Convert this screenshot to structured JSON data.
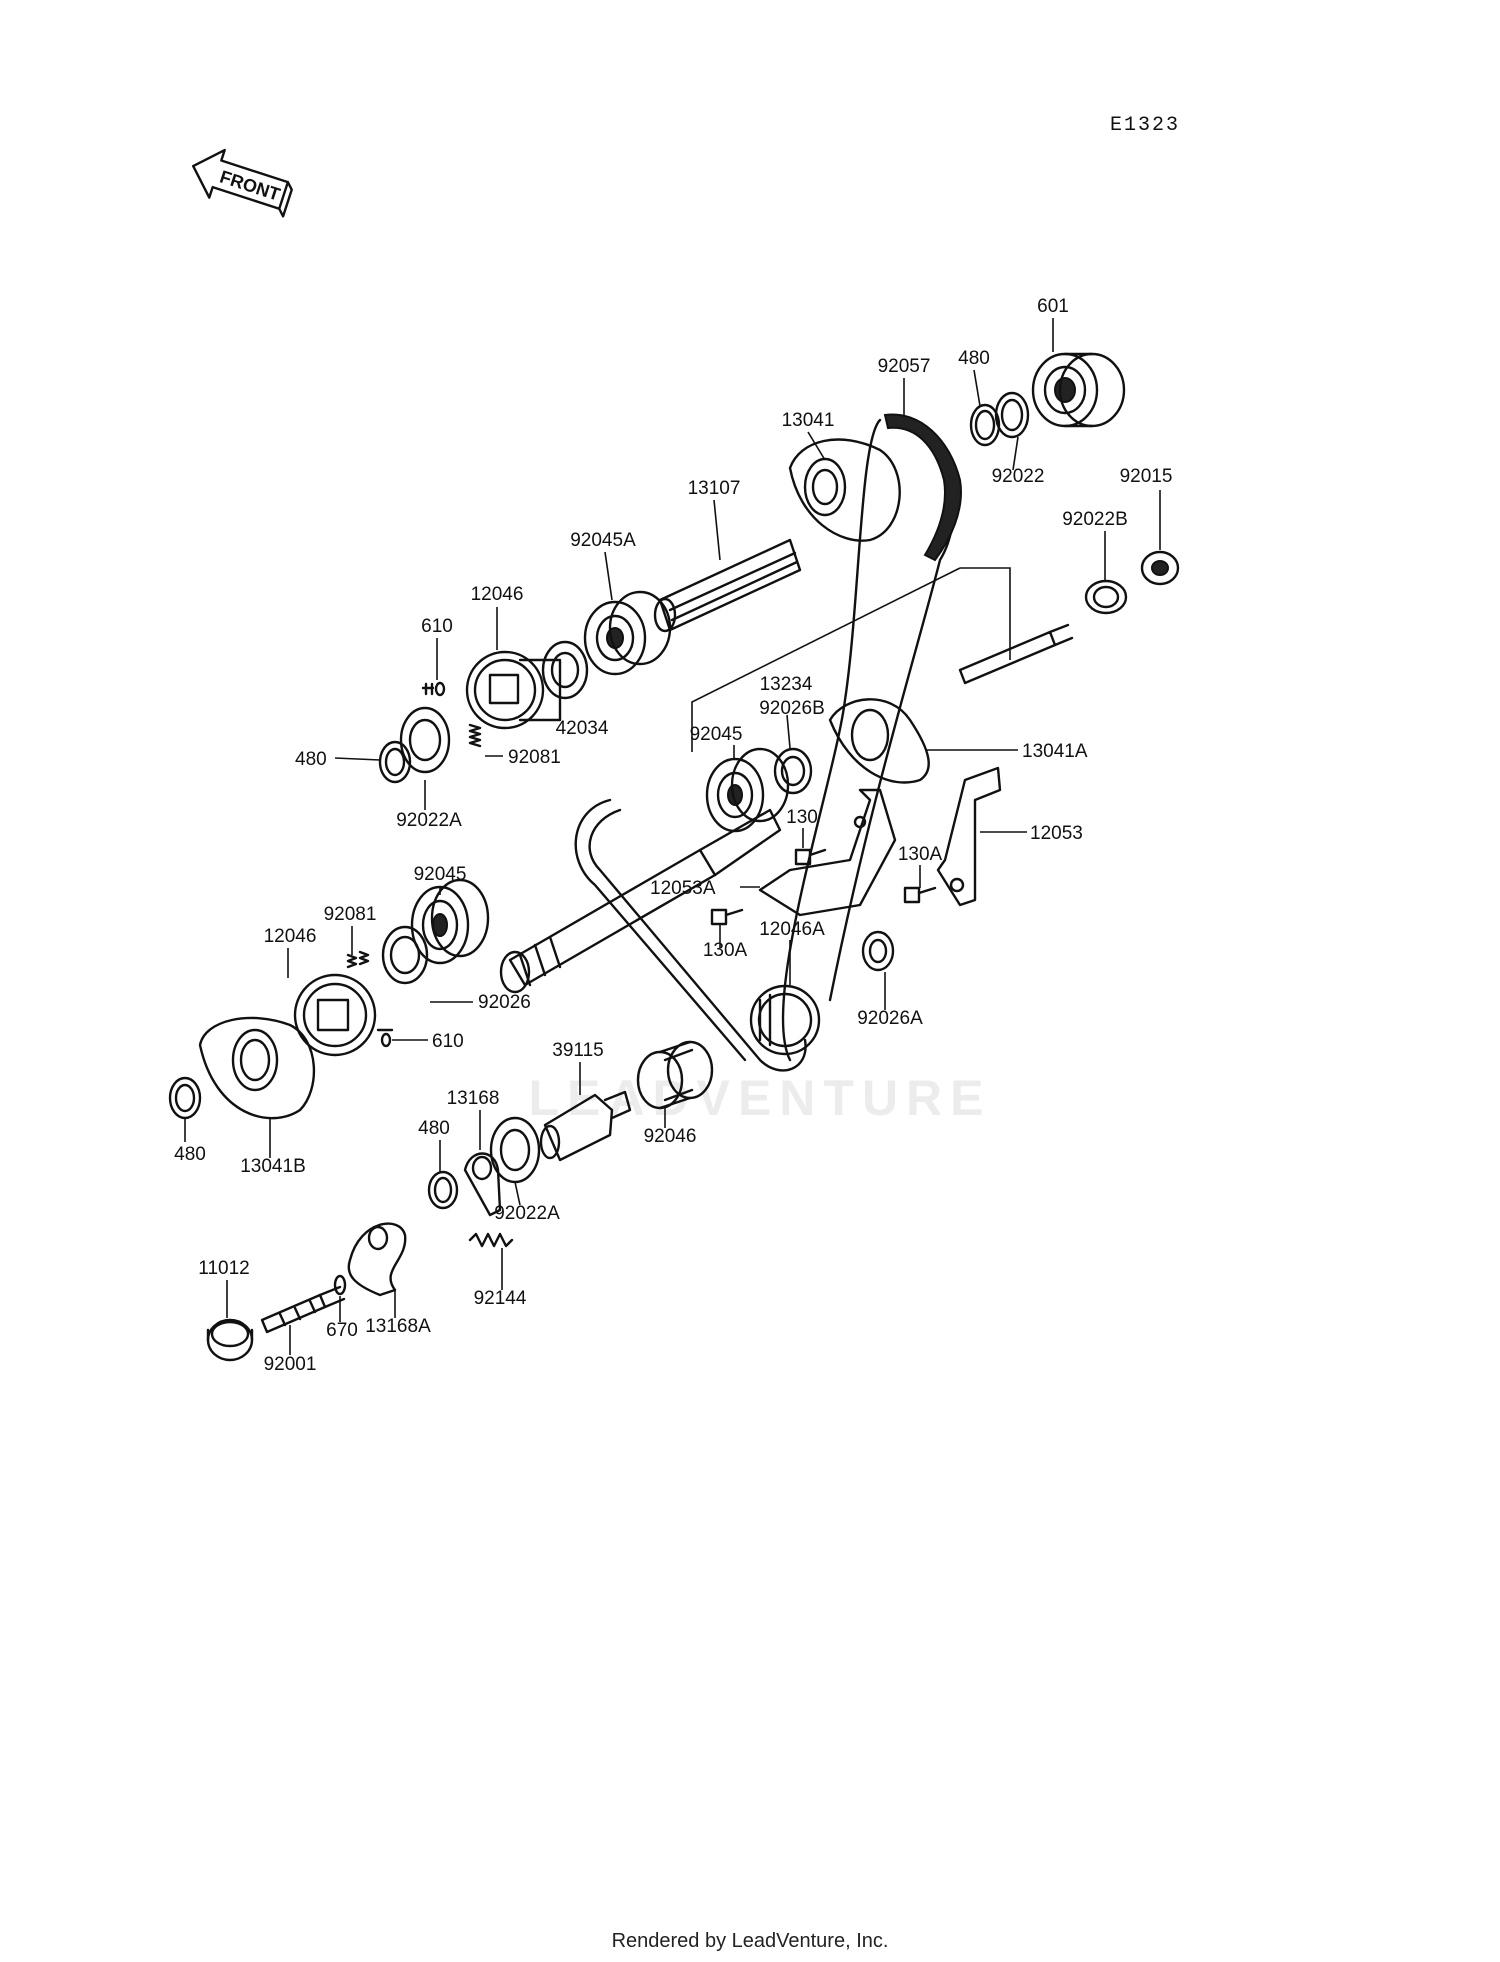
{
  "diagram": {
    "code": "E1323",
    "front_label": "FRONT",
    "watermark": "LEADVENTURE",
    "footer": "Rendered by LeadVenture, Inc.",
    "parts": [
      {
        "id": "p601",
        "label": "601"
      },
      {
        "id": "p92057",
        "label": "92057"
      },
      {
        "id": "p480a",
        "label": "480"
      },
      {
        "id": "p13041",
        "label": "13041"
      },
      {
        "id": "p92022",
        "label": "92022"
      },
      {
        "id": "p92015",
        "label": "92015"
      },
      {
        "id": "p13107",
        "label": "13107"
      },
      {
        "id": "p92022B",
        "label": "92022B"
      },
      {
        "id": "p92045A",
        "label": "92045A"
      },
      {
        "id": "p12046a",
        "label": "12046"
      },
      {
        "id": "p610a",
        "label": "610"
      },
      {
        "id": "p13234",
        "label": "13234"
      },
      {
        "id": "p92026B",
        "label": "92026B"
      },
      {
        "id": "p92045a",
        "label": "92045"
      },
      {
        "id": "p42034",
        "label": "42034"
      },
      {
        "id": "p13041A",
        "label": "13041A"
      },
      {
        "id": "p480b",
        "label": "480"
      },
      {
        "id": "p92081a",
        "label": "92081"
      },
      {
        "id": "p92022A_a",
        "label": "92022A"
      },
      {
        "id": "p130",
        "label": "130"
      },
      {
        "id": "p12053",
        "label": "12053"
      },
      {
        "id": "p130A_a",
        "label": "130A"
      },
      {
        "id": "p92045b",
        "label": "92045"
      },
      {
        "id": "p12053A",
        "label": "12053A"
      },
      {
        "id": "p92081b",
        "label": "92081"
      },
      {
        "id": "p12046A",
        "label": "12046A"
      },
      {
        "id": "p130A_b",
        "label": "130A"
      },
      {
        "id": "p12046b",
        "label": "12046"
      },
      {
        "id": "p92026",
        "label": "92026"
      },
      {
        "id": "p92026A",
        "label": "92026A"
      },
      {
        "id": "p610b",
        "label": "610"
      },
      {
        "id": "p39115",
        "label": "39115"
      },
      {
        "id": "p13168",
        "label": "13168"
      },
      {
        "id": "p480c",
        "label": "480"
      },
      {
        "id": "p92046",
        "label": "92046"
      },
      {
        "id": "p92022A_b",
        "label": "92022A"
      },
      {
        "id": "p480d",
        "label": "480"
      },
      {
        "id": "p13041B",
        "label": "13041B"
      },
      {
        "id": "p11012",
        "label": "11012"
      },
      {
        "id": "p13168A",
        "label": "13168A"
      },
      {
        "id": "p92144",
        "label": "92144"
      },
      {
        "id": "p670",
        "label": "670"
      },
      {
        "id": "p92001",
        "label": "92001"
      }
    ]
  }
}
